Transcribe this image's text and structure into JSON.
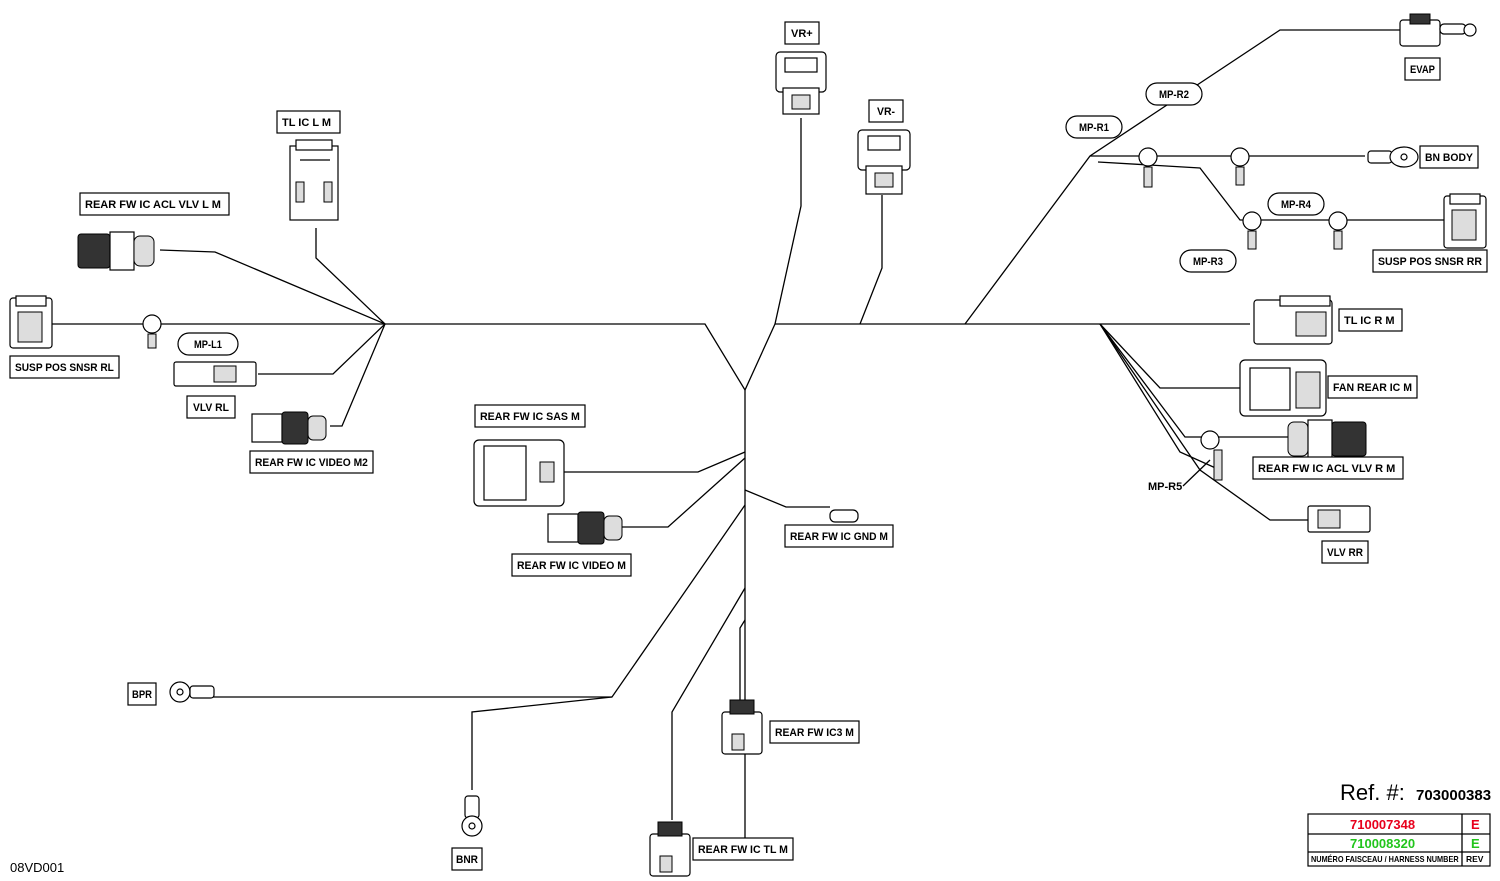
{
  "labels": {
    "vr_plus": "VR+",
    "vr_minus": "VR-",
    "tl_ic_l_m": "TL  IC  L  M",
    "rear_fw_ic_acl_vlv_l_m": "REAR  FW  IC    ACL  VLV  L  M",
    "susp_pos_snsr_rl": "SUSP  POS  SNSR  RL",
    "mp_l1": "MP-L1",
    "vlv_rl": "VLV  RL",
    "rear_fw_ic_video_m2": "REAR  FW  IC  VIDEO  M2",
    "rear_fw_ic_sas_m": "REAR  FW  IC  SAS  M",
    "rear_fw_ic_video_m": "REAR  FW  IC  VIDEO  M",
    "rear_fw_ic_gnd_m": "REAR  FW  IC  GND  M",
    "bpr": "BPR",
    "bnr": "BNR",
    "rear_fw_ic3_m": "REAR  FW  IC3  M",
    "rear_fw_ic_tl_m": "REAR  FW  IC  TL  M",
    "evap": "EVAP",
    "mp_r2": "MP-R2",
    "mp_r1": "MP-R1",
    "bn_body": "BN  BODY",
    "mp_r4": "MP-R4",
    "mp_r3": "MP-R3",
    "susp_pos_snsr_rr": "SUSP  POS  SNSR  RR",
    "tl_ic_r_m": "TL  IC  R  M",
    "fan_rear_ic_m": "FAN  REAR  IC  M",
    "rear_fw_ic_acl_vlv_r_m": "REAR  FW  IC    ACL  VLV  R  M",
    "mp_r5": "MP-R5",
    "vlv_rr": "VLV  RR"
  },
  "reference": {
    "title": "Ref. #:",
    "number": "703000383"
  },
  "harness_table": {
    "rows": [
      {
        "number": "710007348",
        "rev": "E",
        "color": "#e8001c"
      },
      {
        "number": "710008320",
        "rev": "E",
        "color": "#22c51c"
      }
    ],
    "footer_label": "NUMÉRO FAISCEAU / HARNESS NUMBER",
    "footer_rev": "REV"
  },
  "drawing_code": "08VD001"
}
